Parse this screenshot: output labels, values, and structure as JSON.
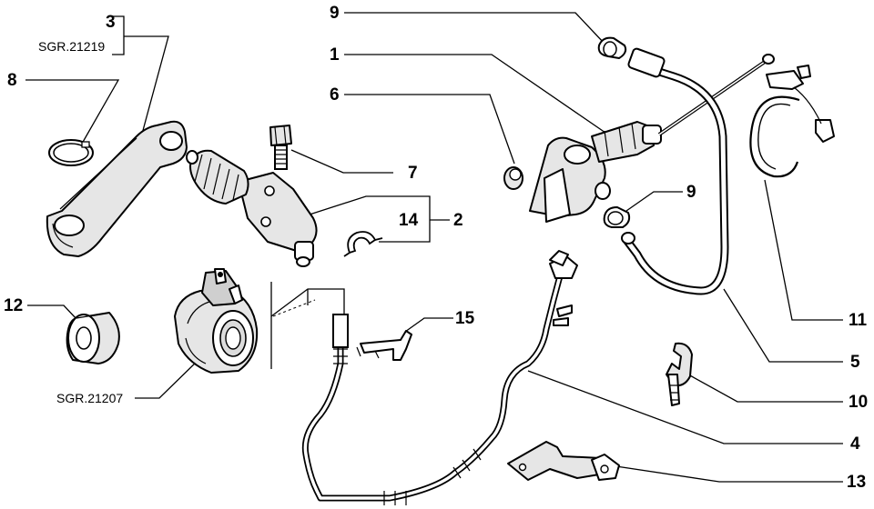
{
  "callouts": {
    "c1": "1",
    "c2": "2",
    "c3": "3",
    "c4": "4",
    "c5": "5",
    "c6": "6",
    "c7": "7",
    "c8": "8",
    "c9a": "9",
    "c9b": "9",
    "c10": "10",
    "c11": "11",
    "c12": "12",
    "c13": "13",
    "c14": "14",
    "c15": "15"
  },
  "refs": {
    "sgr_21219": "SGR.21219",
    "sgr_21207": "SGR.21207"
  }
}
